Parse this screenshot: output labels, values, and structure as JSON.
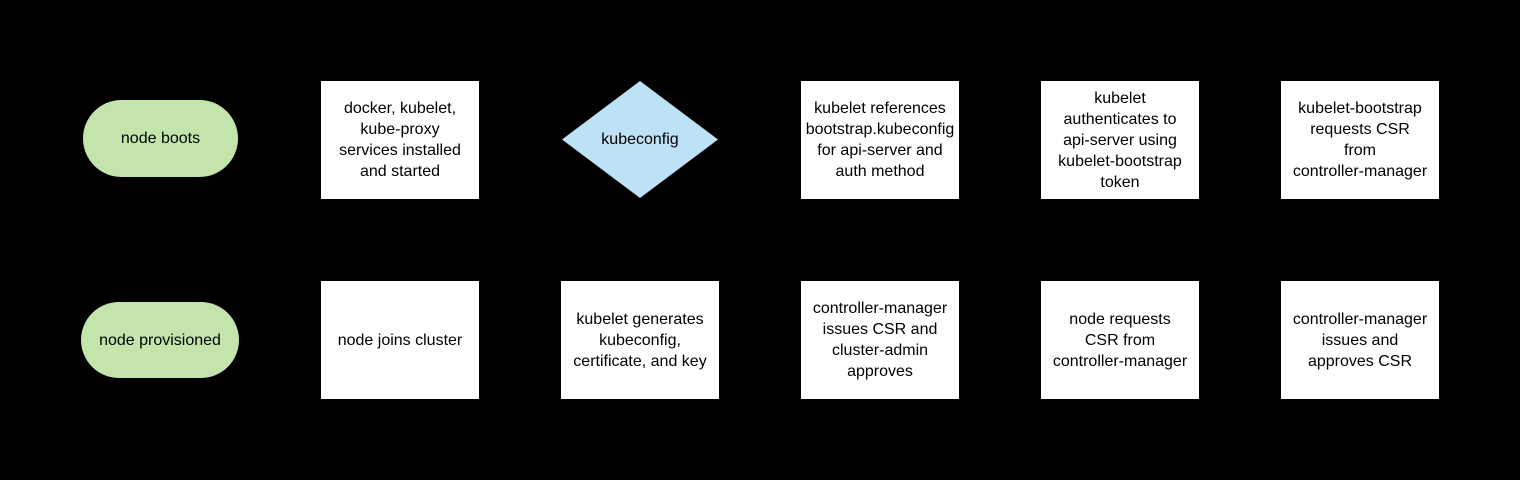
{
  "colors": {
    "background": "#000000",
    "terminator_fill": "#c3e5ac",
    "decision_fill": "#bde1f5",
    "process_fill": "#ffffff",
    "text": "#000000"
  },
  "rows": [
    {
      "name": "top-row",
      "nodes": [
        {
          "id": "node-boots",
          "shape": "terminator",
          "label": "node boots"
        },
        {
          "id": "services-installed",
          "shape": "process",
          "label": "docker, kubelet,\nkube-proxy\nservices installed\nand started"
        },
        {
          "id": "kubeconfig-decision",
          "shape": "decision",
          "label": "kubeconfig"
        },
        {
          "id": "kubelet-references-bootstrap-kubeconfig",
          "shape": "process",
          "label": "kubelet references\nbootstrap.kubeconfig\nfor api-server and\nauth method"
        },
        {
          "id": "kubelet-authenticates",
          "shape": "process",
          "label": "kubelet\nauthenticates to\napi-server using\nkubelet-bootstrap\ntoken"
        },
        {
          "id": "kubelet-bootstrap-requests-csr",
          "shape": "process",
          "label": "kubelet-bootstrap\nrequests CSR\nfrom\ncontroller-manager"
        }
      ]
    },
    {
      "name": "bottom-row",
      "nodes": [
        {
          "id": "node-provisioned",
          "shape": "terminator",
          "label": "node provisioned"
        },
        {
          "id": "node-joins-cluster",
          "shape": "process",
          "label": "node joins cluster"
        },
        {
          "id": "kubelet-generates-kubeconfig",
          "shape": "process",
          "label": "kubelet generates\nkubeconfig,\ncertificate, and key"
        },
        {
          "id": "controller-manager-issues-csr-cluster-admin-approves",
          "shape": "process",
          "label": "controller-manager\nissues CSR and\ncluster-admin\napproves"
        },
        {
          "id": "node-requests-csr",
          "shape": "process",
          "label": "node requests\nCSR from\ncontroller-manager"
        },
        {
          "id": "controller-manager-issues-and-approves-csr",
          "shape": "process",
          "label": "controller-manager\nissues and\napproves CSR"
        }
      ]
    }
  ]
}
